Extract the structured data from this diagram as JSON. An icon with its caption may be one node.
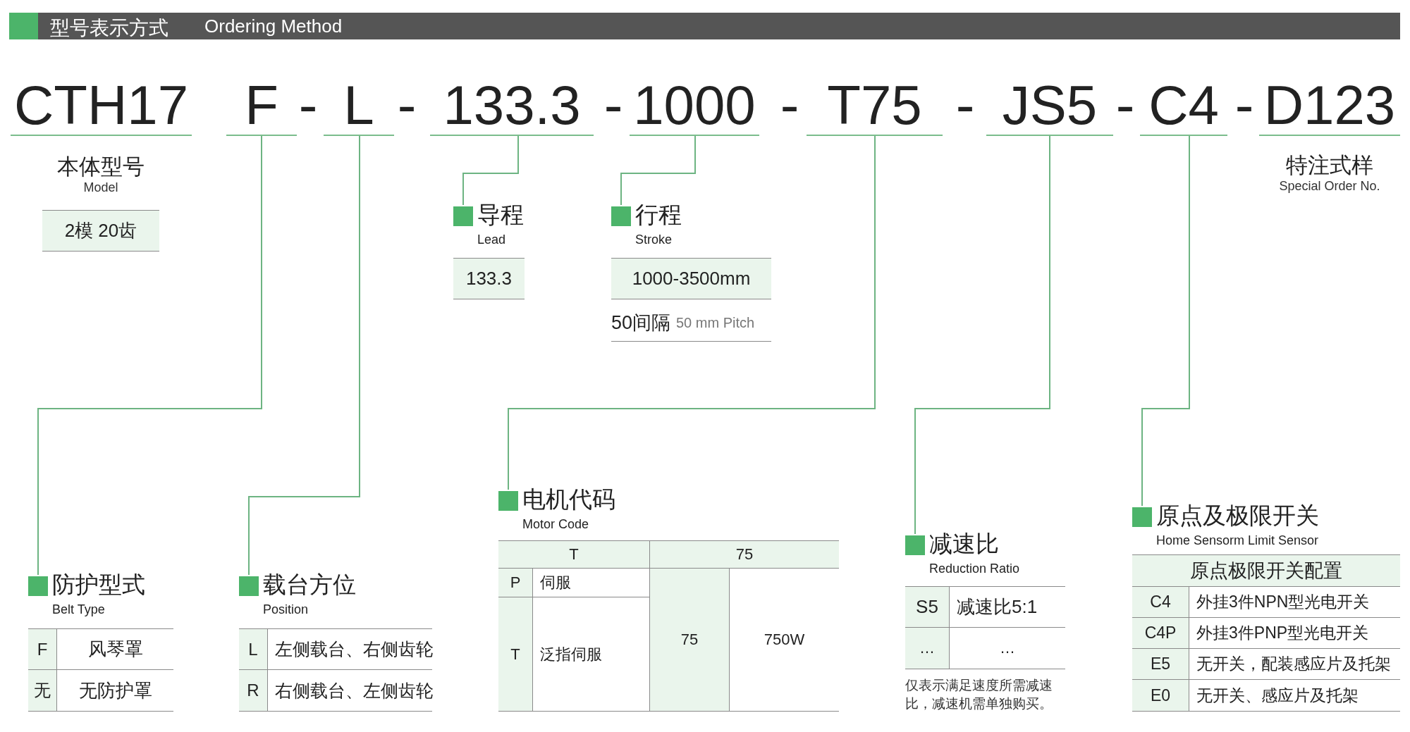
{
  "diagram": {
    "title": "型号表示方式",
    "nodes": [
      {
        "text": [
          "CTH17"
        ]
      },
      {
        "text": [
          "F"
        ]
      },
      {
        "text": [
          "L"
        ]
      },
      {
        "text": [
          "133.3"
        ]
      },
      {
        "text": [
          "1000"
        ]
      },
      {
        "text": [
          "T75"
        ]
      },
      {
        "text": [
          "JS5"
        ]
      },
      {
        "text": [
          "C4"
        ]
      },
      {
        "text": [
          "D123"
        ]
      },
      {
        "text": [
          "本体型号",
          "Model"
        ]
      },
      {
        "text": [
          "导程",
          "Lead"
        ]
      },
      {
        "text": [
          "行程",
          "Stroke"
        ]
      },
      {
        "text": [
          "防护型式",
          "Belt Type"
        ]
      },
      {
        "text": [
          "载台方位",
          "Position"
        ]
      },
      {
        "text": [
          "电机代码",
          "Motor Code"
        ]
      },
      {
        "text": [
          "减速比",
          "Reduction Ratio"
        ]
      },
      {
        "text": [
          "原点及极限开关",
          "Home Sensorm Limit Sensor"
        ]
      },
      {
        "text": [
          "特注式样",
          "Special Order No."
        ]
      }
    ],
    "edges": [
      {
        "from": 1,
        "to": 12,
        "arrow": "none"
      },
      {
        "from": 2,
        "to": 13,
        "arrow": "none"
      },
      {
        "from": 3,
        "to": 10,
        "arrow": "none"
      },
      {
        "from": 4,
        "to": 11,
        "arrow": "none"
      },
      {
        "from": 5,
        "to": 14,
        "arrow": "none"
      },
      {
        "from": 6,
        "to": 15,
        "arrow": "none"
      },
      {
        "from": 7,
        "to": 16,
        "arrow": "none"
      }
    ],
    "labels": [
      "Ordering Method",
      "-",
      "-",
      "-",
      "-",
      "-",
      "-",
      "-",
      "2模 20齿",
      "133.3",
      "1000-3500mm",
      "50间隔",
      "50 mm Pitch",
      "F",
      "风琴罩",
      "无",
      "无防护罩",
      "L",
      "左侧载台、右侧齿轮",
      "R",
      "右侧载台、左侧齿轮",
      "T",
      "75",
      "P",
      "伺服",
      "T",
      "泛指伺服",
      "75",
      "750W",
      "S5",
      "减速比5:1",
      "…",
      "…",
      "仅表示满足速度所需减速比，减速机需单独购买。",
      "原点极限开关配置",
      "C4",
      "外挂3件NPN型光电开关",
      "C4P",
      "外挂3件PNP型光电开关",
      "E5",
      "无开关，配装感应片及托架",
      "E0",
      "无开关、感应片及托架"
    ]
  }
}
